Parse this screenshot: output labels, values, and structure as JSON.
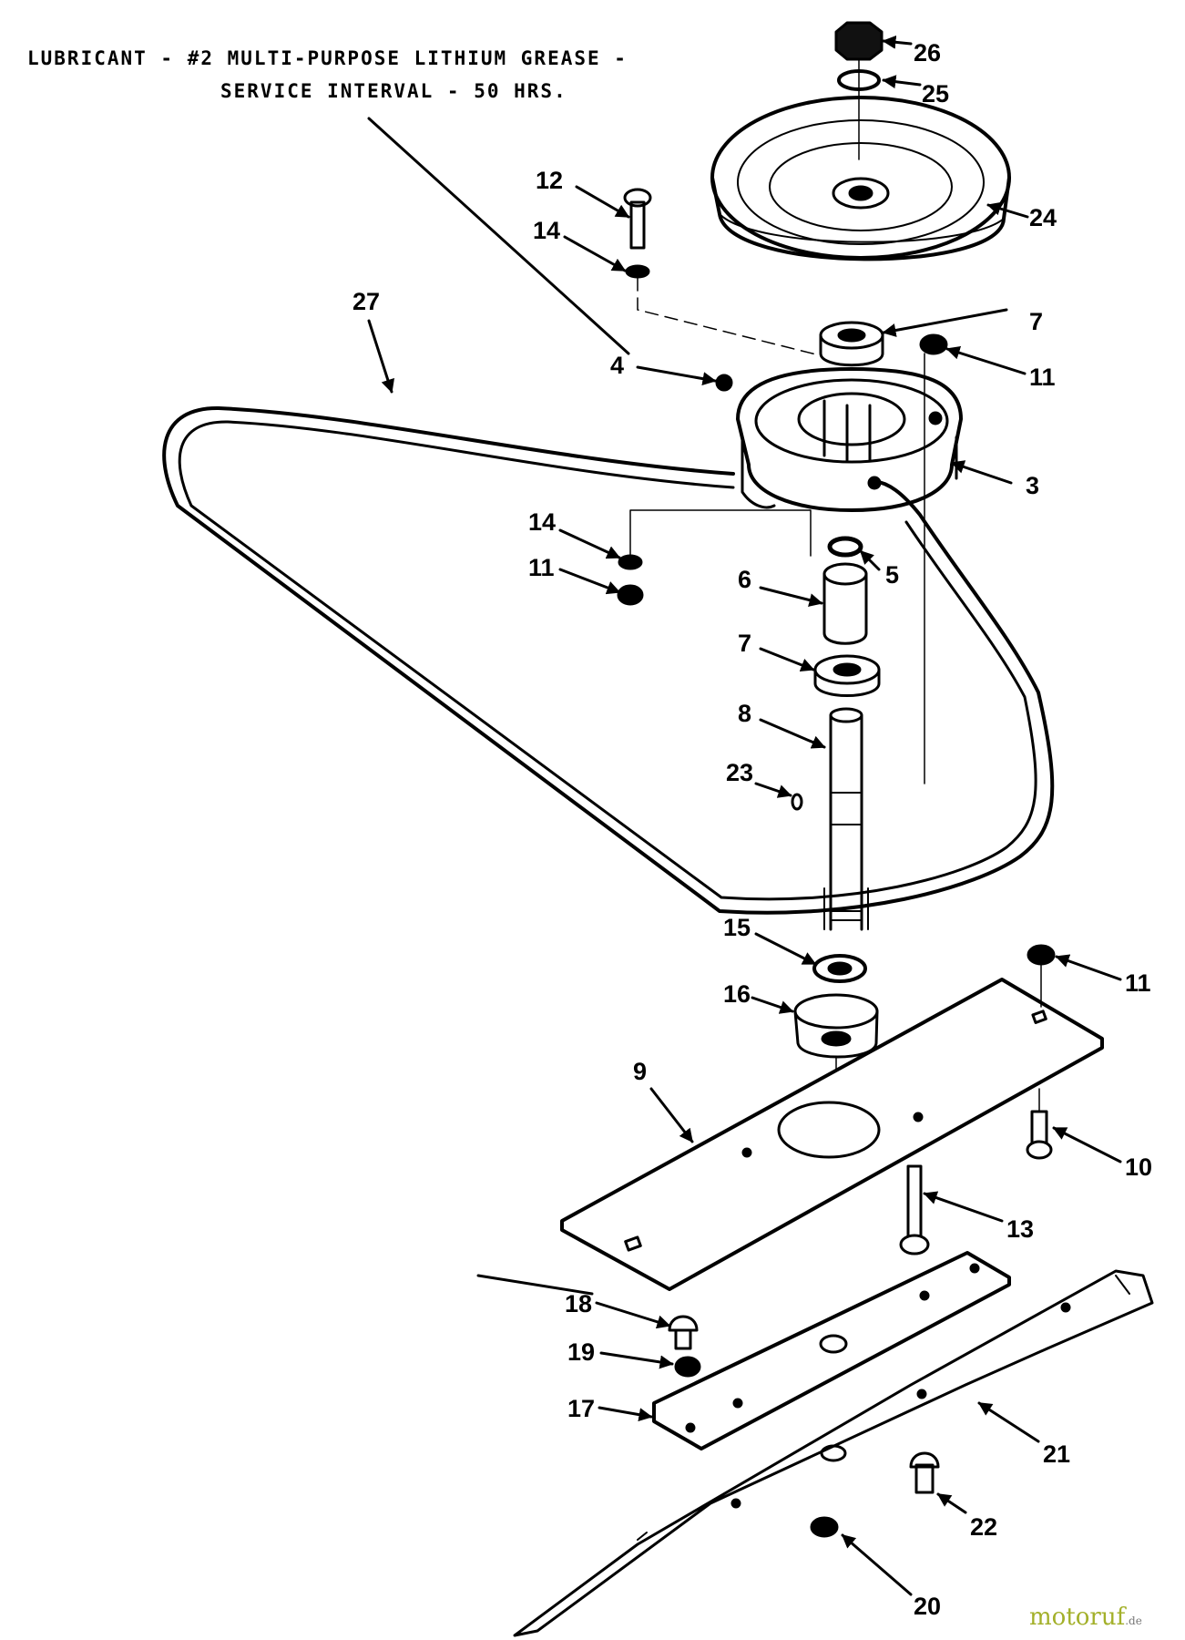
{
  "note": {
    "line1": "LUBRICANT - #2 MULTI-PURPOSE LITHIUM GREASE -",
    "line2": "SERVICE INTERVAL - 50 HRS."
  },
  "callouts": [
    {
      "id": "c26",
      "label": "26"
    },
    {
      "id": "c25",
      "label": "25"
    },
    {
      "id": "c24",
      "label": "24"
    },
    {
      "id": "c12",
      "label": "12"
    },
    {
      "id": "c14a",
      "label": "14"
    },
    {
      "id": "c27",
      "label": "27"
    },
    {
      "id": "c7a",
      "label": "7"
    },
    {
      "id": "c11a",
      "label": "11"
    },
    {
      "id": "c4",
      "label": "4"
    },
    {
      "id": "c3",
      "label": "3"
    },
    {
      "id": "c14b",
      "label": "14"
    },
    {
      "id": "c11b",
      "label": "11"
    },
    {
      "id": "c5",
      "label": "5"
    },
    {
      "id": "c6",
      "label": "6"
    },
    {
      "id": "c7b",
      "label": "7"
    },
    {
      "id": "c8",
      "label": "8"
    },
    {
      "id": "c23",
      "label": "23"
    },
    {
      "id": "c15",
      "label": "15"
    },
    {
      "id": "c16",
      "label": "16"
    },
    {
      "id": "c11c",
      "label": "11"
    },
    {
      "id": "c9",
      "label": "9"
    },
    {
      "id": "c10",
      "label": "10"
    },
    {
      "id": "c13",
      "label": "13"
    },
    {
      "id": "c18",
      "label": "18"
    },
    {
      "id": "c19",
      "label": "19"
    },
    {
      "id": "c17",
      "label": "17"
    },
    {
      "id": "c21",
      "label": "21"
    },
    {
      "id": "c22",
      "label": "22"
    },
    {
      "id": "c20",
      "label": "20"
    }
  ],
  "watermark": {
    "brand": "motoruf",
    "tld": ".de"
  }
}
